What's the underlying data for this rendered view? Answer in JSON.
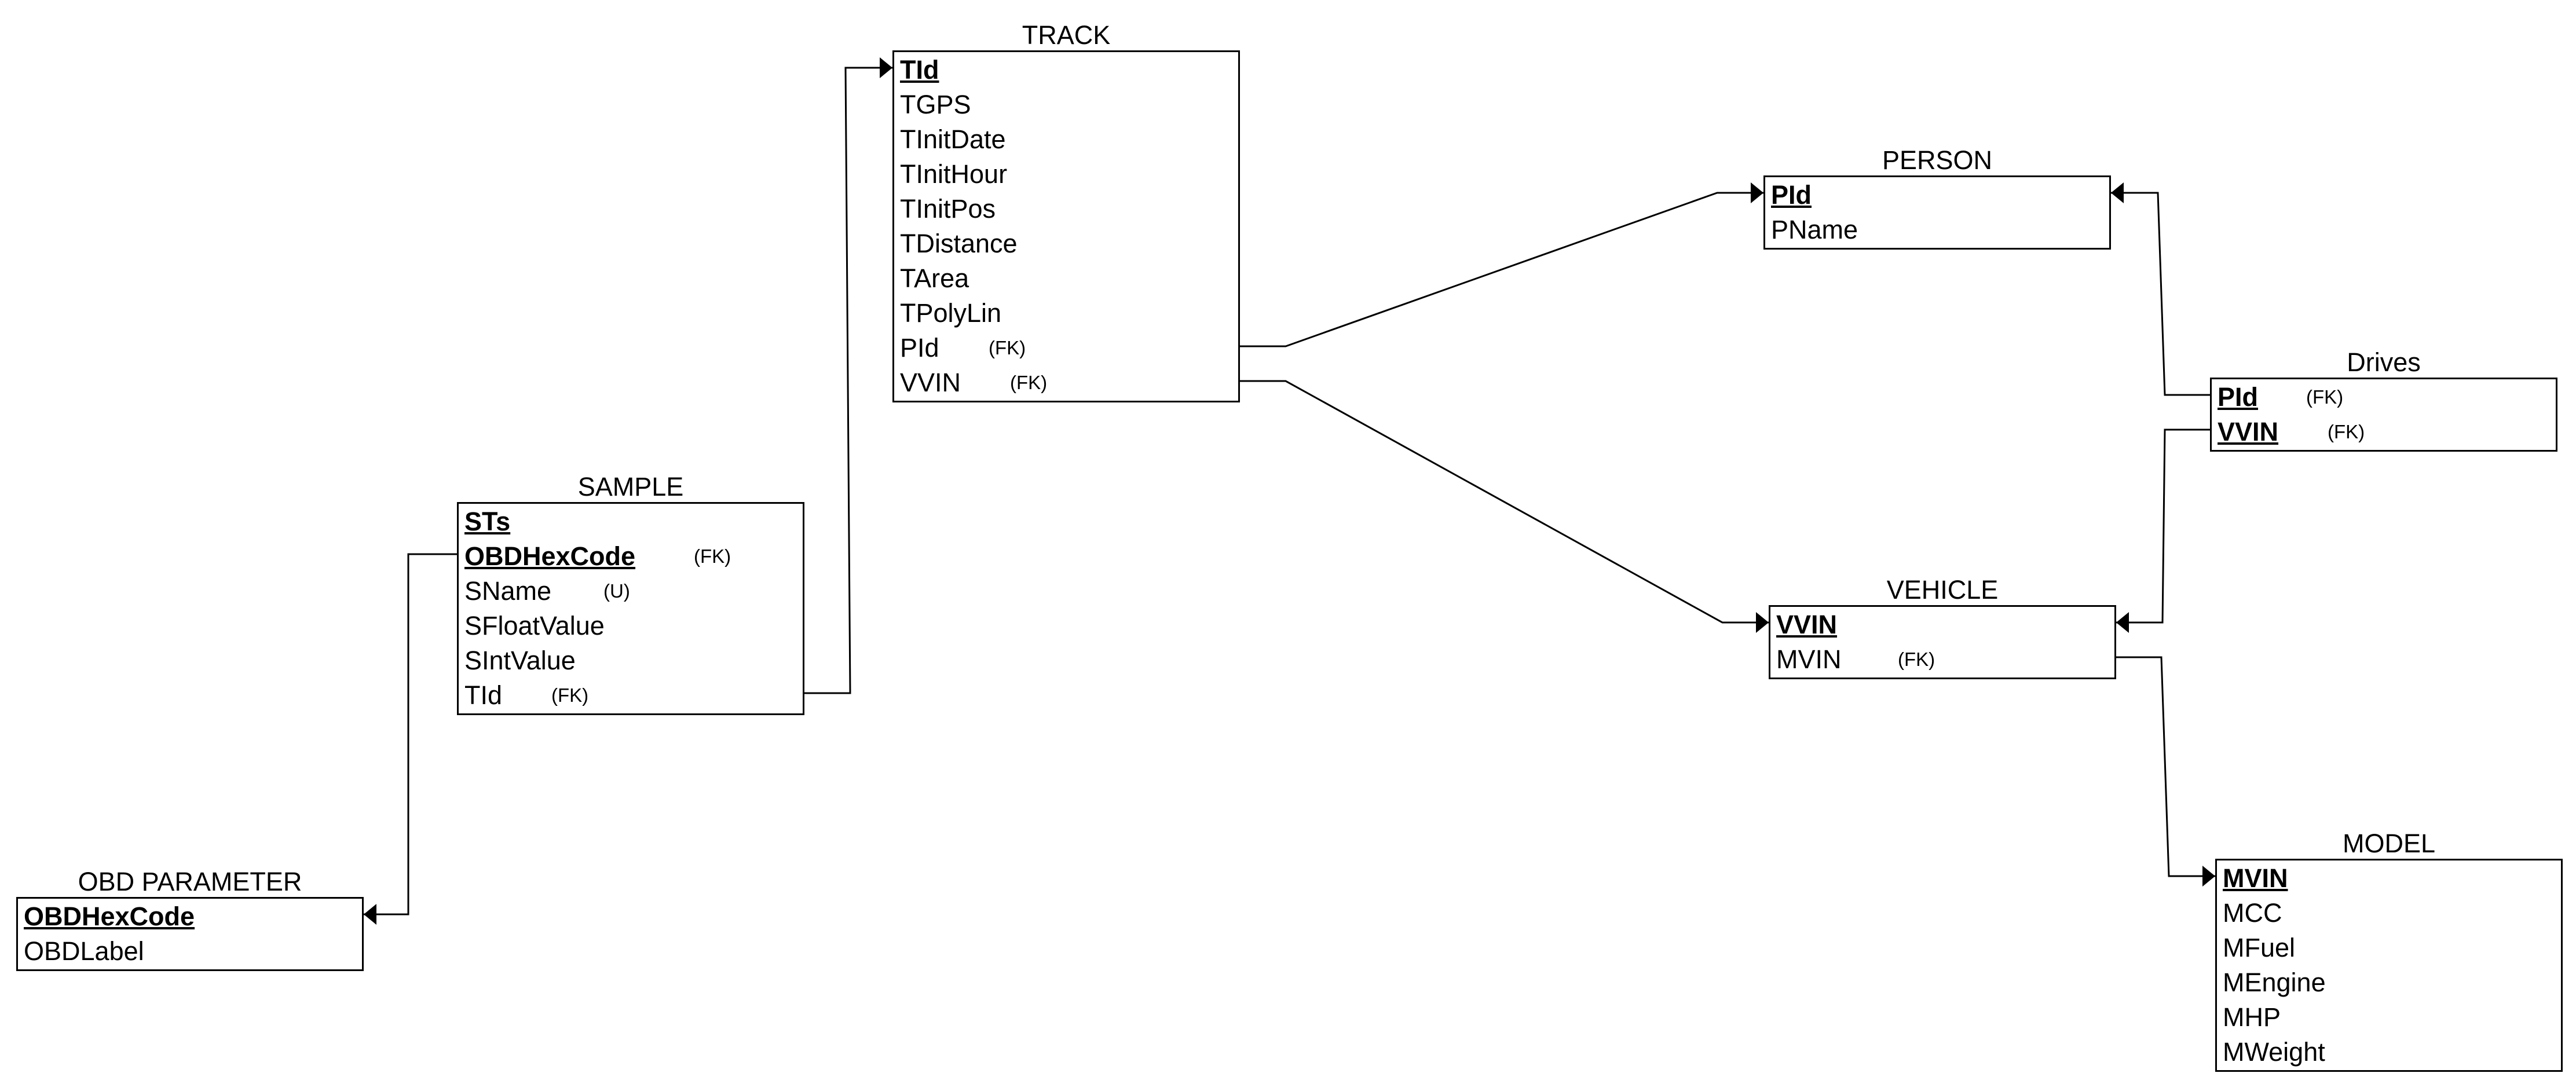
{
  "entities": {
    "track": {
      "title": "TRACK",
      "attrs": [
        {
          "name": "TId",
          "pk": true,
          "tag": ""
        },
        {
          "name": "TGPS",
          "pk": false,
          "tag": ""
        },
        {
          "name": "TInitDate",
          "pk": false,
          "tag": ""
        },
        {
          "name": "TInitHour",
          "pk": false,
          "tag": ""
        },
        {
          "name": "TInitPos",
          "pk": false,
          "tag": ""
        },
        {
          "name": "TDistance",
          "pk": false,
          "tag": ""
        },
        {
          "name": "TArea",
          "pk": false,
          "tag": ""
        },
        {
          "name": "TPolyLin",
          "pk": false,
          "tag": ""
        },
        {
          "name": "PId",
          "pk": false,
          "tag": "(FK)"
        },
        {
          "name": "VVIN",
          "pk": false,
          "tag": "(FK)"
        }
      ]
    },
    "person": {
      "title": "PERSON",
      "attrs": [
        {
          "name": "PId",
          "pk": true,
          "tag": ""
        },
        {
          "name": "PName",
          "pk": false,
          "tag": ""
        }
      ]
    },
    "drives": {
      "title": "Drives",
      "attrs": [
        {
          "name": "PId",
          "pk": true,
          "tag": "(FK)"
        },
        {
          "name": "VVIN",
          "pk": true,
          "tag": "(FK)"
        }
      ]
    },
    "sample": {
      "title": "SAMPLE",
      "attrs": [
        {
          "name": "STs",
          "pk": true,
          "tag": ""
        },
        {
          "name": "OBDHexCode",
          "pk": true,
          "tag": "(FK)"
        },
        {
          "name": "SName",
          "pk": false,
          "tag": "(U)"
        },
        {
          "name": "SFloatValue",
          "pk": false,
          "tag": ""
        },
        {
          "name": "SIntValue",
          "pk": false,
          "tag": ""
        },
        {
          "name": "TId",
          "pk": false,
          "tag": "(FK)"
        }
      ]
    },
    "vehicle": {
      "title": "VEHICLE",
      "attrs": [
        {
          "name": "VVIN",
          "pk": true,
          "tag": ""
        },
        {
          "name": "MVIN",
          "pk": false,
          "tag": "(FK)"
        }
      ]
    },
    "obd_parameter": {
      "title": "OBD PARAMETER",
      "attrs": [
        {
          "name": "OBDHexCode",
          "pk": true,
          "tag": ""
        },
        {
          "name": "OBDLabel",
          "pk": false,
          "tag": ""
        }
      ]
    },
    "model": {
      "title": "MODEL",
      "attrs": [
        {
          "name": "MVIN",
          "pk": true,
          "tag": ""
        },
        {
          "name": "MCC",
          "pk": false,
          "tag": ""
        },
        {
          "name": "MFuel",
          "pk": false,
          "tag": ""
        },
        {
          "name": "MEngine",
          "pk": false,
          "tag": ""
        },
        {
          "name": "MHP",
          "pk": false,
          "tag": ""
        },
        {
          "name": "MWeight",
          "pk": false,
          "tag": ""
        }
      ]
    }
  },
  "relationships": [
    {
      "name": "sample-to-track",
      "from": "sample",
      "to": "track"
    },
    {
      "name": "sample-to-obd-parameter",
      "from": "sample",
      "to": "obd_parameter"
    },
    {
      "name": "track-to-person",
      "from": "track",
      "to": "person"
    },
    {
      "name": "track-to-vehicle",
      "from": "track",
      "to": "vehicle"
    },
    {
      "name": "drives-to-person",
      "from": "drives",
      "to": "person"
    },
    {
      "name": "drives-to-vehicle",
      "from": "drives",
      "to": "vehicle"
    },
    {
      "name": "vehicle-to-model",
      "from": "vehicle",
      "to": "model"
    }
  ]
}
